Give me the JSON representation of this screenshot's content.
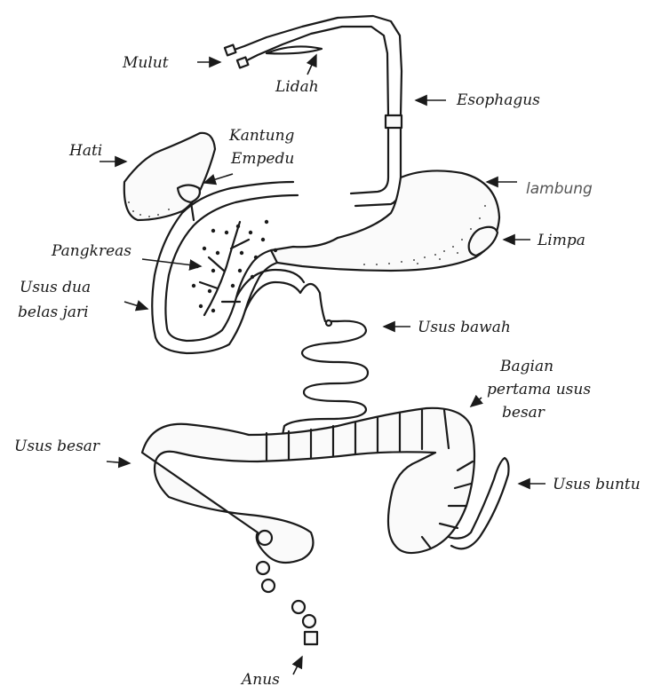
{
  "labels": {
    "mulut": "Mulut",
    "lidah": "Lidah",
    "esophagus": "Esophagus",
    "hati": "Hati",
    "kantung_line1": "Kantung",
    "kantung_line2": "Empedu",
    "lambung": "lambung",
    "limpa": "Limpa",
    "pangkreas": "Pangkreas",
    "usus_dua_line1": "Usus dua",
    "usus_dua_line2": "belas jari",
    "usus_bawah": "Usus bawah",
    "bagian_line1": "Bagian",
    "bagian_line2": "pertama usus",
    "bagian_line3": "besar",
    "usus_besar": "Usus besar",
    "usus_buntu": "Usus buntu",
    "anus": "Anus"
  },
  "colors": {
    "ink": "#1a1a1a",
    "paper": "#ffffff",
    "lambung_label": "#555555"
  }
}
